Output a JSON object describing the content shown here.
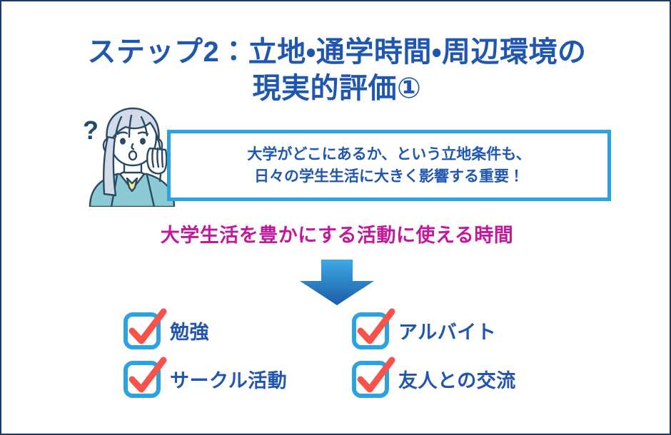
{
  "slide": {
    "title": "ステップ2：立地・通学時間・周辺環境の\n現実的評価①",
    "title_color": "#1F57B0",
    "border_color": "#1B3A63",
    "background": "#FFFFFF"
  },
  "callout": {
    "text": "大学がどこにあるか、という立地条件も、\n日々の学生生活に大きく影響する重要！",
    "border_color": "#2BA3E0",
    "text_color": "#1F57B0"
  },
  "character": {
    "name": "thinking-student-illustration",
    "question_mark": "?",
    "hair_color": "#D3DBE8",
    "jacket_color": "#8CCBD6",
    "ribbon_color": "#F5E98C",
    "outline_color": "#2A4A63"
  },
  "subheading": {
    "text": "大学生活を豊かにする活動に使える時間",
    "color": "#C2189B"
  },
  "arrow": {
    "name": "down-arrow",
    "gradient_top": "#3FA9E5",
    "gradient_bottom": "#1C5CA8"
  },
  "checklist": {
    "checkbox_border_color": "#2BA3E0",
    "check_color": "#F7534B",
    "label_color": "#2255B0",
    "items": [
      {
        "label": "勉強"
      },
      {
        "label": "アルバイト"
      },
      {
        "label": "サークル活動"
      },
      {
        "label": "友人との交流"
      }
    ]
  }
}
